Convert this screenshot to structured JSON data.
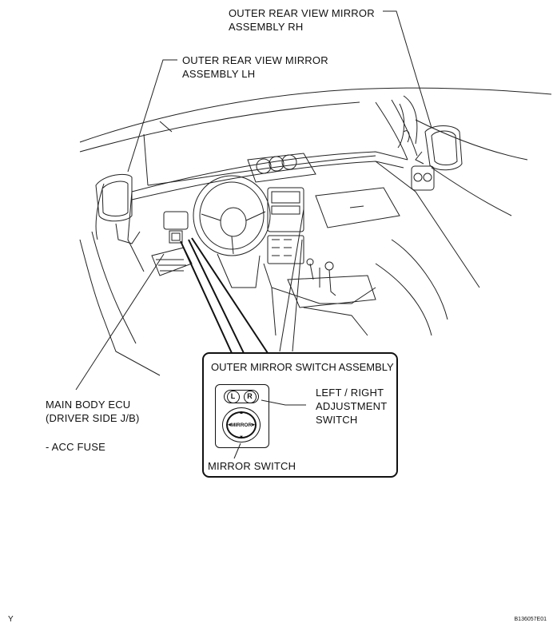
{
  "labels": {
    "mirror_rh": [
      "OUTER REAR VIEW MIRROR",
      "ASSEMBLY RH"
    ],
    "mirror_lh": [
      "OUTER REAR VIEW MIRROR",
      "ASSEMBLY LH"
    ],
    "ecu": [
      "MAIN BODY ECU",
      "(DRIVER SIDE J/B)"
    ],
    "acc_fuse": "- ACC FUSE",
    "switch_assembly": "OUTER MIRROR SWITCH ASSEMBLY",
    "lr_switch": [
      "LEFT / RIGHT",
      "ADJUSTMENT",
      "SWITCH"
    ],
    "mirror_switch": "MIRROR SWITCH"
  },
  "switch_face": {
    "left_key": "L",
    "right_key": "R",
    "knob_text": "MIRROR",
    "arrow_up": "▲",
    "arrow_down": "▼",
    "arrow_left": "◀",
    "arrow_right": "▶"
  },
  "footer": {
    "corner_left": "Y",
    "figure_id": "B136057E01"
  }
}
